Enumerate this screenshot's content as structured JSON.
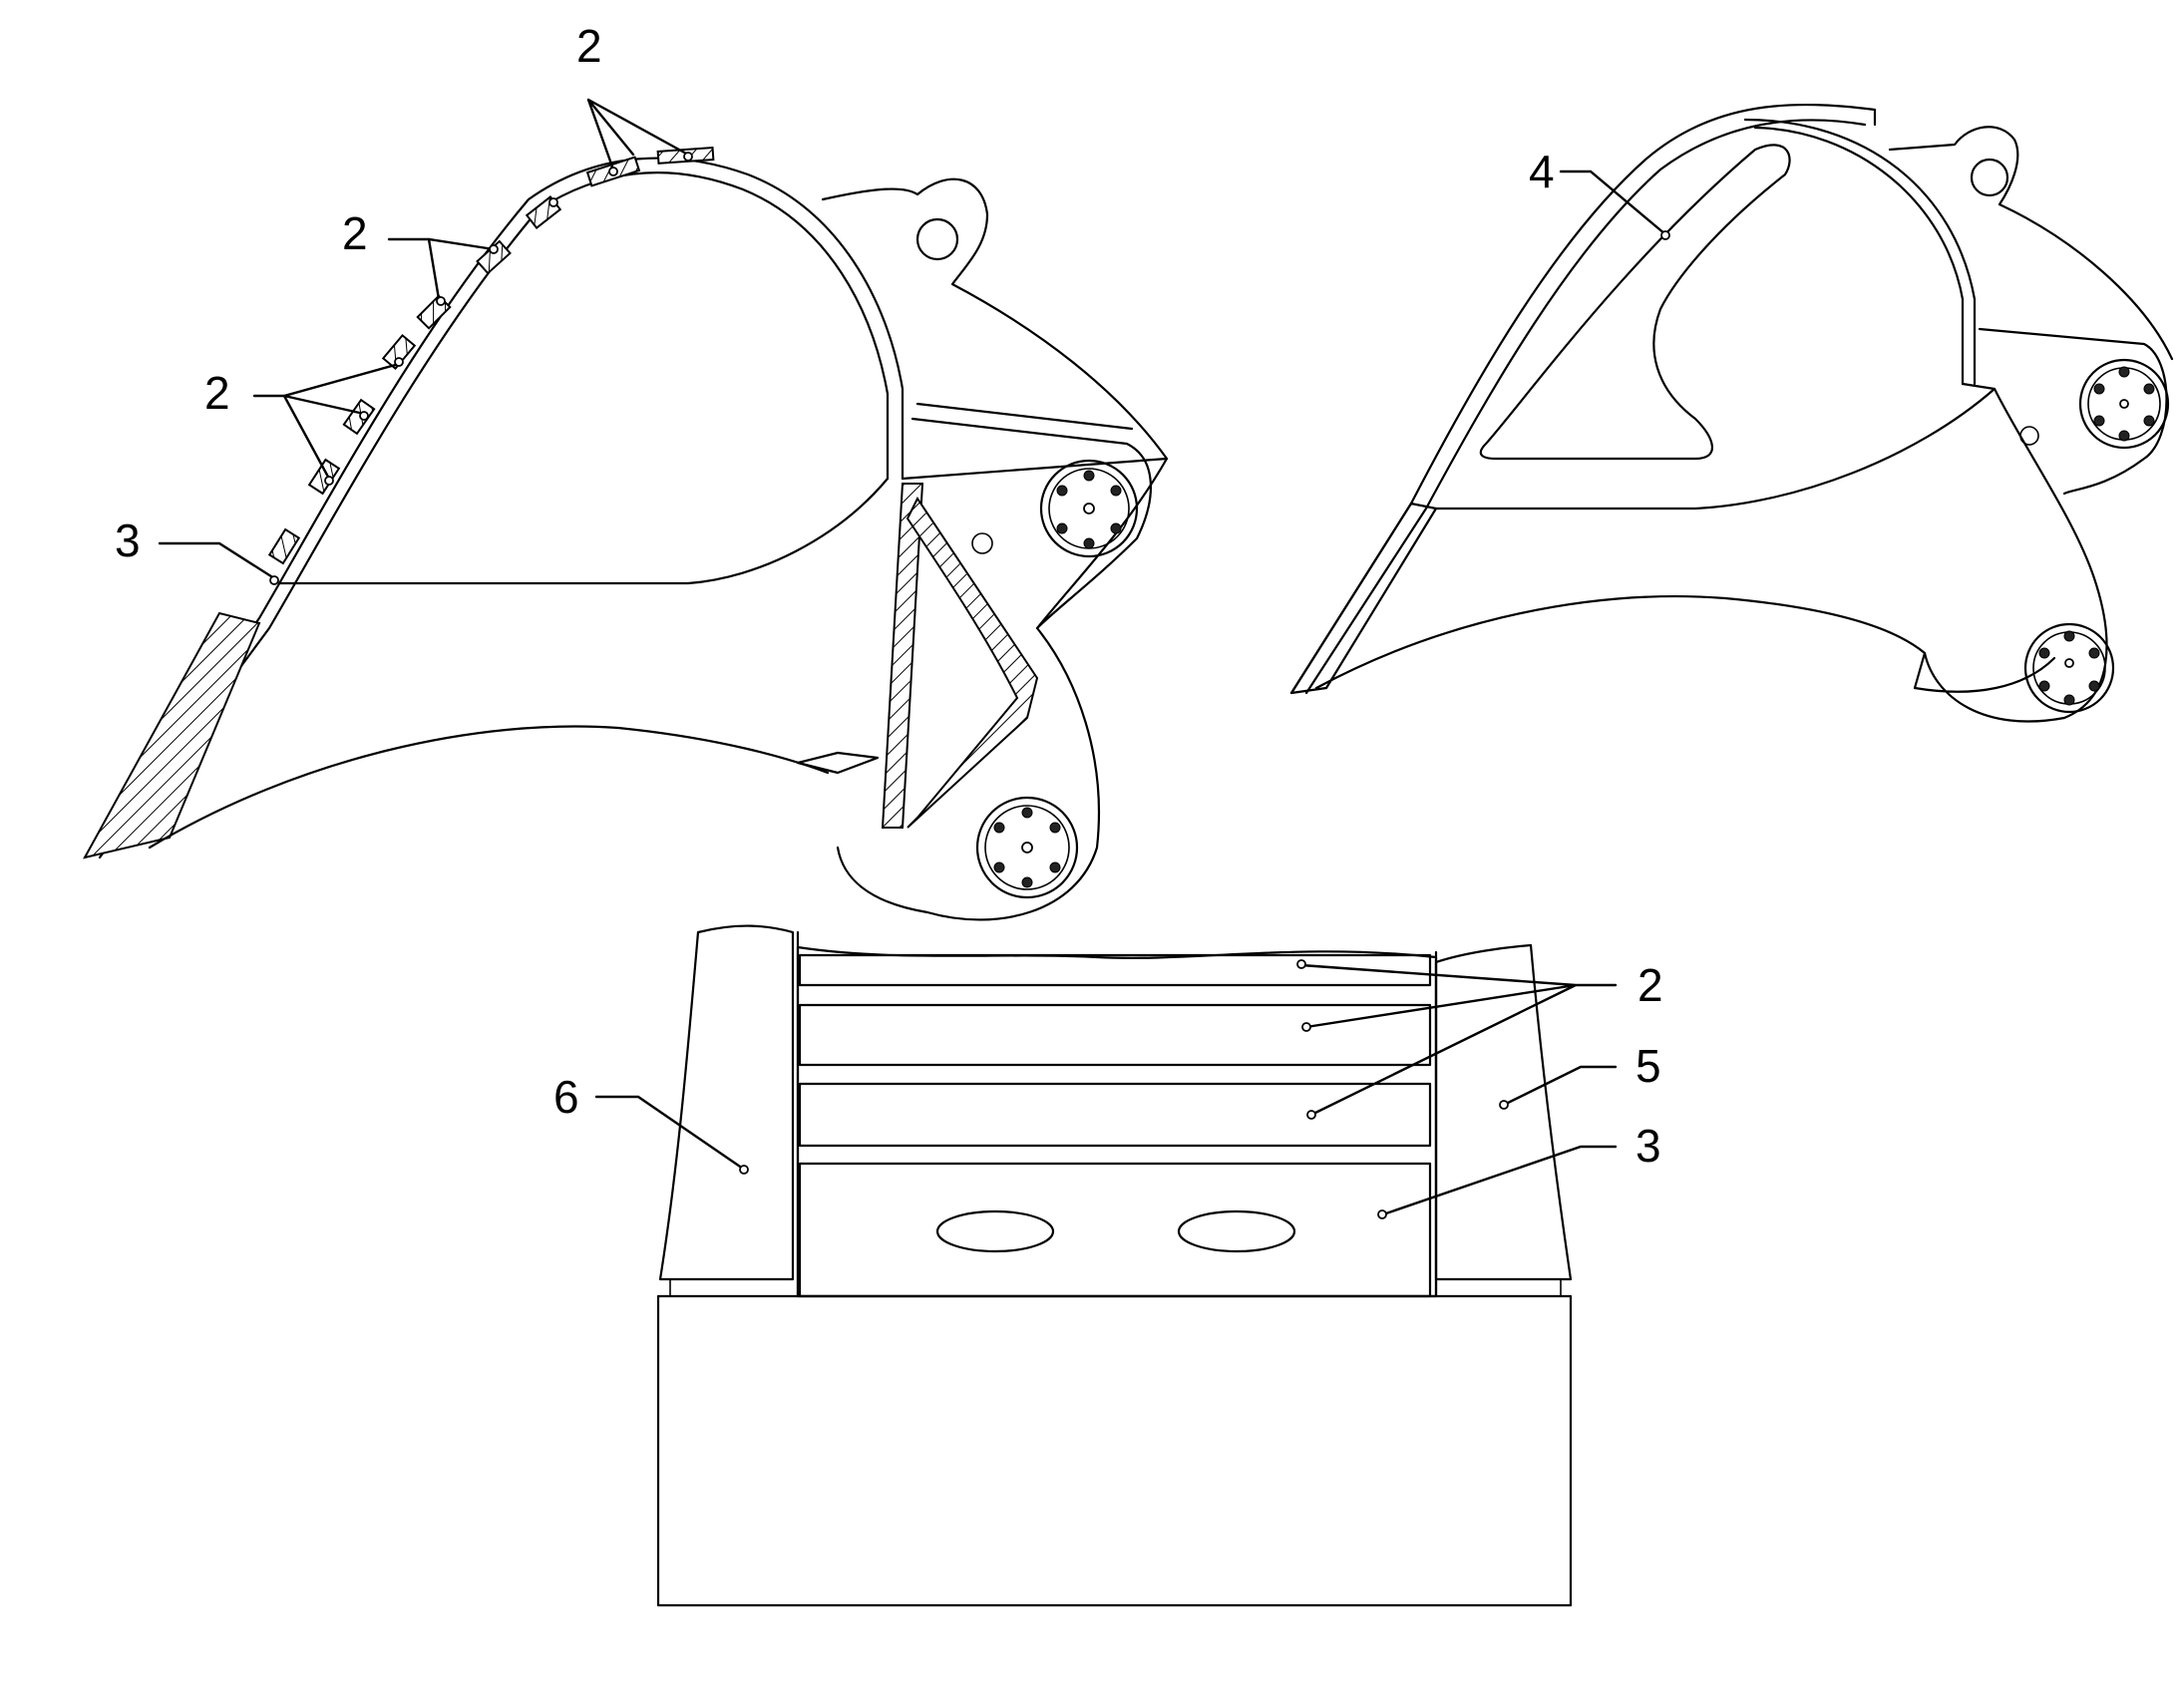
{
  "callouts": {
    "left_top_2": "2",
    "left_upper_2": "2",
    "left_middle_2": "2",
    "left_3": "3",
    "right_4": "4",
    "bottom_2": "2",
    "bottom_5": "5",
    "bottom_6": "6",
    "bottom_3": "3"
  },
  "colors": {
    "line": "#000000",
    "background": "#ffffff"
  }
}
